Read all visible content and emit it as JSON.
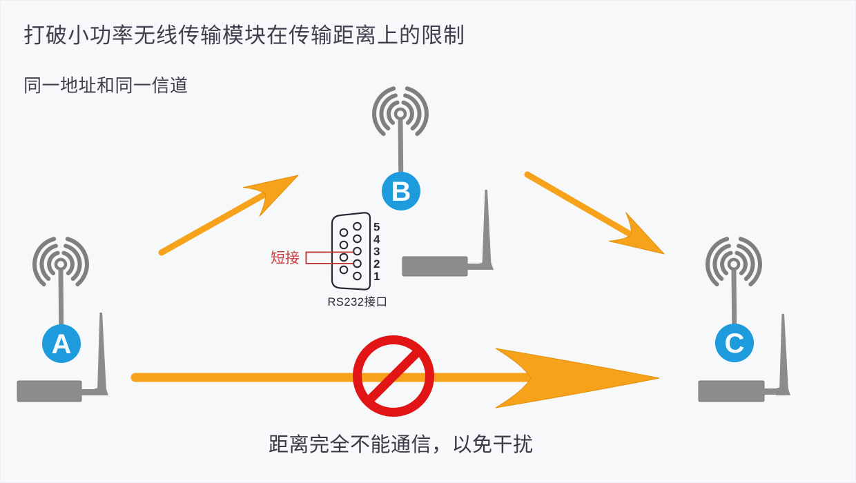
{
  "slide": {
    "title": "打破小功率无线传输模块在传输距离上的限制",
    "subtitle": "同一地址和同一信道",
    "caption": "距离完全不能通信，以免干扰"
  },
  "nodes": [
    {
      "label": "A"
    },
    {
      "label": "B"
    },
    {
      "label": "C"
    }
  ],
  "rs232": {
    "port_label": "RS232接口",
    "jumper_label": "短接",
    "pins": [
      "5",
      "4",
      "3",
      "2",
      "1"
    ]
  },
  "icons": {
    "node_a": "broadcast-antenna-icon",
    "node_b": "broadcast-antenna-icon",
    "node_c": "broadcast-antenna-icon",
    "module": "radio-module-with-whip-antenna-icon",
    "connector": "db9-serial-connector-icon",
    "prohibit": "no-entry-icon",
    "link": "orange-arrow-icon"
  },
  "colors": {
    "background": "#f7f8fa",
    "accent_orange": "#f7a21b",
    "node_blue": "#1e9bdc",
    "prohibit_red": "#e11515",
    "jumper_red": "#c74040",
    "device_gray": "#8c8c8c",
    "connector_dark": "#2b2633",
    "text_dark": "#433d4d"
  }
}
